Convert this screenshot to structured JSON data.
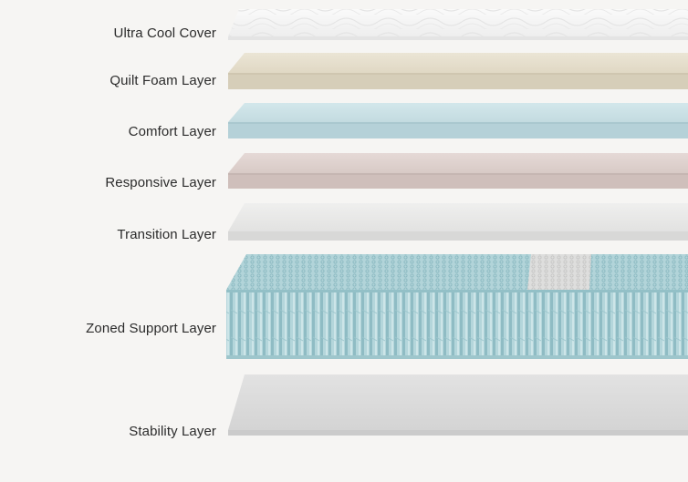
{
  "layers": [
    {
      "label": "Ultra Cool Cover"
    },
    {
      "label": "Quilt Foam Layer"
    },
    {
      "label": "Comfort Layer"
    },
    {
      "label": "Responsive Layer"
    },
    {
      "label": "Transition Layer"
    },
    {
      "label": "Zoned Support Layer"
    },
    {
      "label": "Stability Layer"
    }
  ],
  "colors": {
    "background": "#f6f5f3",
    "cover": "#f4f4f4",
    "quilt_foam": "#e3dcca",
    "comfort": "#c9dfe4",
    "responsive": "#ddcfcc",
    "transition": "#e7e7e6",
    "support_coils": "#a9cdd3",
    "support_zone": "#d9dad9",
    "stability": "#dcdcdc"
  }
}
